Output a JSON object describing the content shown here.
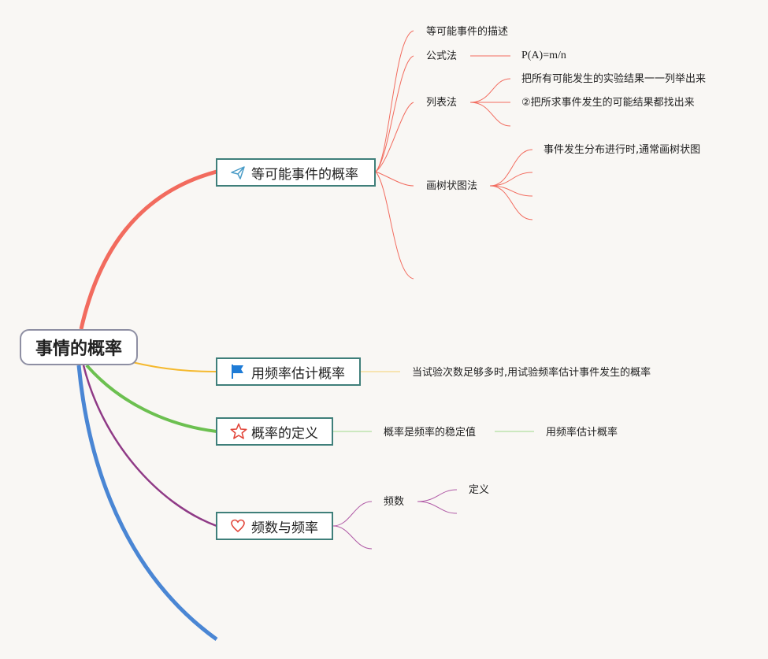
{
  "root": {
    "label": "事情的概率"
  },
  "branches": [
    {
      "label": "等可能事件的概率",
      "icon": "paper-plane-icon",
      "color": "#f26b5e",
      "children": {
        "description": "等可能事件的描述",
        "formula": {
          "label": "公式法",
          "value": "P(A)=m/n"
        },
        "listing": {
          "label": "列表法",
          "items": [
            "把所有可能发生的实验结果一一列举出来",
            "②把所求事件发生的可能结果都找出来"
          ]
        },
        "tree": {
          "label": "画树状图法",
          "items": [
            "事件发生分布进行时,通常画树状图"
          ]
        }
      }
    },
    {
      "label": "用频率估计概率",
      "icon": "flag-icon",
      "color": "#f5b92e",
      "children": {
        "note": "当试验次数足够多时,用试验频率估计事件发生的概率"
      }
    },
    {
      "label": "概率的定义",
      "icon": "star-icon",
      "color": "#6cc050",
      "children": {
        "label": "概率是频率的稳定值",
        "sub": "用频率估计概率"
      }
    },
    {
      "label": "频数与频率",
      "icon": "heart-icon",
      "color": "#8f3a86",
      "children": {
        "label": "频数",
        "sub": "定义"
      }
    }
  ],
  "extra_branch_color": "#4a86d4"
}
